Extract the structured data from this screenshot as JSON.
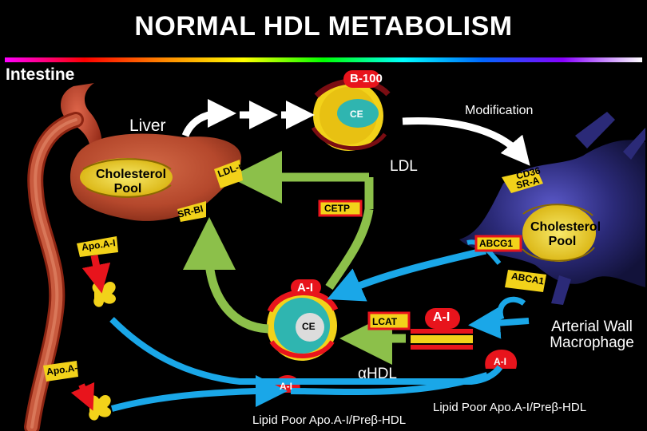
{
  "title": "NORMAL HDL METABOLISM",
  "labels": {
    "intestine": "Intestine",
    "liver": "Liver",
    "b100": "B-100",
    "ce_top": "CE",
    "modification": "Modification",
    "ldl": "LDL",
    "ldl_r": "LDL-r",
    "cd36": "CD36",
    "sra": "SR-A",
    "cholesterol_pool": "Cholesterol Pool",
    "sr_bi": "SR-BI",
    "cetp": "CETP",
    "abcg1": "ABCG1",
    "apoa1_upper": "Apo.A-I",
    "apoa1_lower": "Apo.A-I",
    "abca1": "ABCA1",
    "a1_hdl": "A-I",
    "ce_hdl": "CE",
    "lcat": "LCAT",
    "a1_large": "A-I",
    "arterial_wall_macrophage": "Arterial Wall Macrophage",
    "a1_small_right": "A-I",
    "a1_small_center": "A-I",
    "alpha_hdl": "αHDL",
    "lipid_poor_right": "Lipid Poor Apo.A-I/Preβ-HDL",
    "lipid_poor_center": "Lipid Poor Apo.A-I/Preβ-HDL"
  },
  "colors": {
    "background": "#000000",
    "green_arrow": "#8cc04a",
    "blue_arrow": "#1aa7e8",
    "red_label": "#e8141c",
    "liver_brown": "#b5482c",
    "macrophage_purple": "#2b2a78",
    "ce_teal": "#2fb5b0",
    "lipid_yellow": "#f2d21a"
  }
}
